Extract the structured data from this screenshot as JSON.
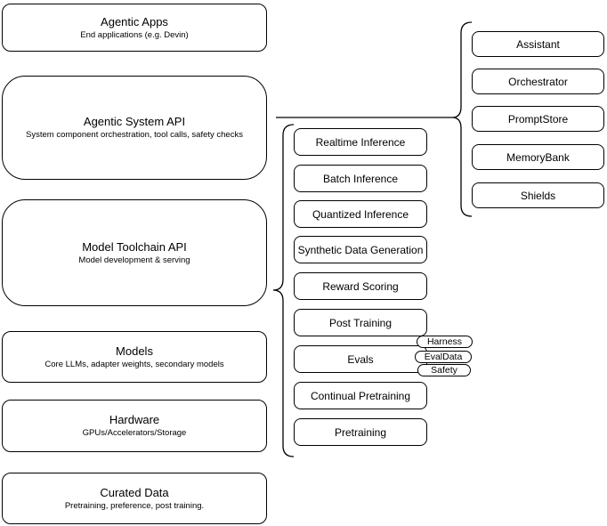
{
  "diagram": {
    "stack": [
      {
        "title": "Agentic Apps",
        "subtitle": "End applications (e.g. Devin)"
      },
      {
        "title": "Agentic System API",
        "subtitle": "System component orchestration, tool calls, safety checks"
      },
      {
        "title": "Model Toolchain API",
        "subtitle": "Model development & serving"
      },
      {
        "title": "Models",
        "subtitle": "Core LLMs, adapter weights, secondary models"
      },
      {
        "title": "Hardware",
        "subtitle": "GPUs/Accelerators/Storage"
      },
      {
        "title": "Curated Data",
        "subtitle": "Pretraining, preference, post training."
      }
    ],
    "toolchain_capabilities": [
      "Realtime Inference",
      "Batch Inference",
      "Quantized Inference",
      "Synthetic Data Generation",
      "Reward Scoring",
      "Post Training",
      "Evals",
      "Continual Pretraining",
      "Pretraining"
    ],
    "eval_tags": [
      "Harness",
      "EvalData",
      "Safety"
    ],
    "system_components": [
      "Assistant",
      "Orchestrator",
      "PromptStore",
      "MemoryBank",
      "Shields"
    ],
    "colors": {
      "stroke": "#000000",
      "fill": "#ffffff",
      "background": "#ffffff"
    }
  }
}
